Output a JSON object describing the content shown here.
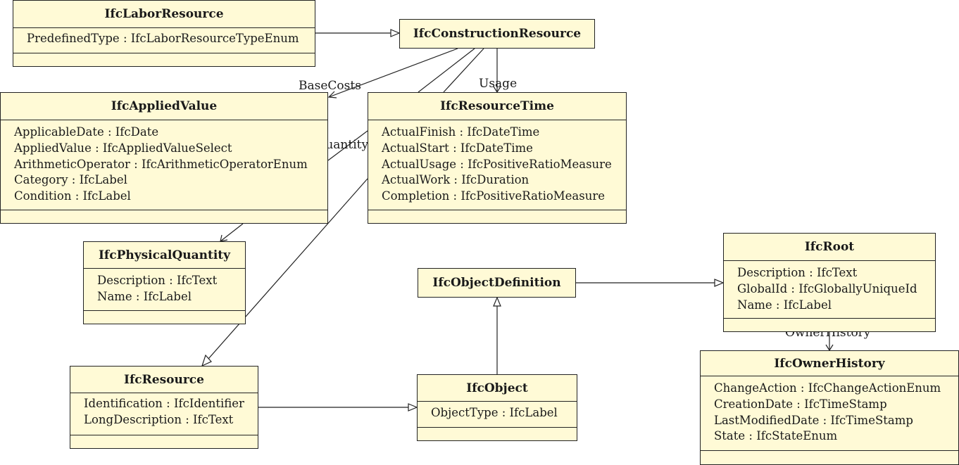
{
  "classes": {
    "labor_resource": {
      "name": "IfcLaborResource",
      "attributes": [
        "PredefinedType : IfcLaborResourceTypeEnum"
      ]
    },
    "construction_resource": {
      "name": "IfcConstructionResource",
      "attributes": []
    },
    "applied_value": {
      "name": "IfcAppliedValue",
      "attributes": [
        "ApplicableDate : IfcDate",
        "AppliedValue : IfcAppliedValueSelect",
        "ArithmeticOperator : IfcArithmeticOperatorEnum",
        "Category : IfcLabel",
        "Condition : IfcLabel"
      ]
    },
    "resource_time": {
      "name": "IfcResourceTime",
      "attributes": [
        "ActualFinish : IfcDateTime",
        "ActualStart : IfcDateTime",
        "ActualUsage : IfcPositiveRatioMeasure",
        "ActualWork : IfcDuration",
        "Completion : IfcPositiveRatioMeasure"
      ]
    },
    "physical_quantity": {
      "name": "IfcPhysicalQuantity",
      "attributes": [
        "Description : IfcText",
        "Name : IfcLabel"
      ]
    },
    "object_definition": {
      "name": "IfcObjectDefinition",
      "attributes": []
    },
    "root": {
      "name": "IfcRoot",
      "attributes": [
        "Description : IfcText",
        "GlobalId : IfcGloballyUniqueId",
        "Name : IfcLabel"
      ]
    },
    "resource": {
      "name": "IfcResource",
      "attributes": [
        "Identification : IfcIdentifier",
        "LongDescription : IfcText"
      ]
    },
    "object": {
      "name": "IfcObject",
      "attributes": [
        "ObjectType : IfcLabel"
      ]
    },
    "owner_history": {
      "name": "IfcOwnerHistory",
      "attributes": [
        "ChangeAction : IfcChangeActionEnum",
        "CreationDate : IfcTimeStamp",
        "LastModifiedDate : IfcTimeStamp",
        "State : IfcStateEnum"
      ]
    }
  },
  "relations": {
    "base_costs": "BaseCosts",
    "usage": "Usage",
    "base_quantity": "BaseQuantity",
    "owner_history": "OwnerHistory"
  },
  "colors": {
    "class_fill": "#fffad6",
    "line": "#222222"
  }
}
